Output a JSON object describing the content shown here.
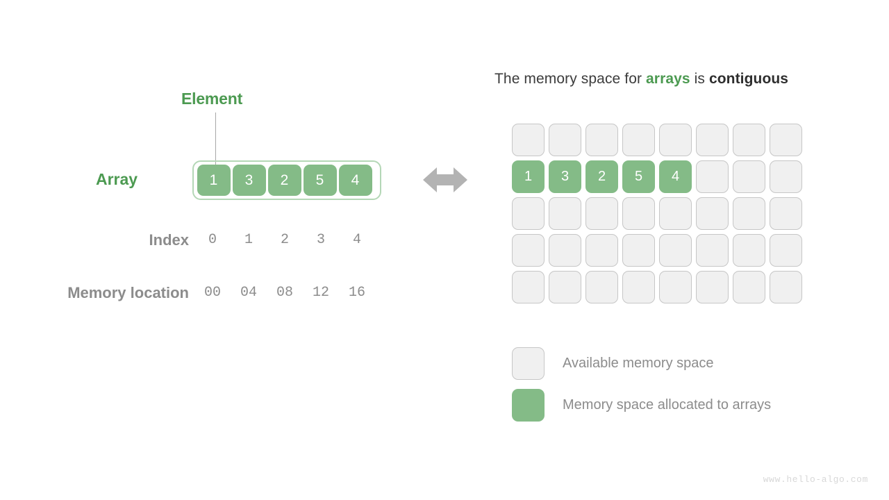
{
  "colors": {
    "array_green": "#84bb87",
    "label_green": "#4c9a51",
    "gray_label": "#8c8c8c",
    "free_cell_fill": "#f0f0f0",
    "free_cell_border": "#c6c6c6",
    "arrow_gray": "#b3b3b3",
    "background": "#ffffff",
    "watermark": "#d8d8d8"
  },
  "left": {
    "element_label": "Element",
    "array_label": "Array",
    "index_label": "Index",
    "memory_location_label": "Memory location",
    "array_values": [
      "1",
      "3",
      "2",
      "5",
      "4"
    ],
    "index_values": [
      "0",
      "1",
      "2",
      "3",
      "4"
    ],
    "memory_locations": [
      "00",
      "04",
      "08",
      "12",
      "16"
    ]
  },
  "arrow": {
    "icon": "double-headed-arrow-icon"
  },
  "right": {
    "title": {
      "part1": "The memory space for ",
      "highlight_green": "arrays",
      "part2": " is ",
      "highlight_dark": "contiguous"
    },
    "grid": {
      "columns": 8,
      "rows": 5,
      "allocated_row_index": 1,
      "allocated_start_column": 0,
      "allocated_values": [
        "1",
        "3",
        "2",
        "5",
        "4"
      ]
    },
    "legend": [
      {
        "swatch": "free",
        "label": "Available memory space"
      },
      {
        "swatch": "used",
        "label": "Memory space allocated to arrays"
      }
    ]
  },
  "watermark": "www.hello-algo.com"
}
